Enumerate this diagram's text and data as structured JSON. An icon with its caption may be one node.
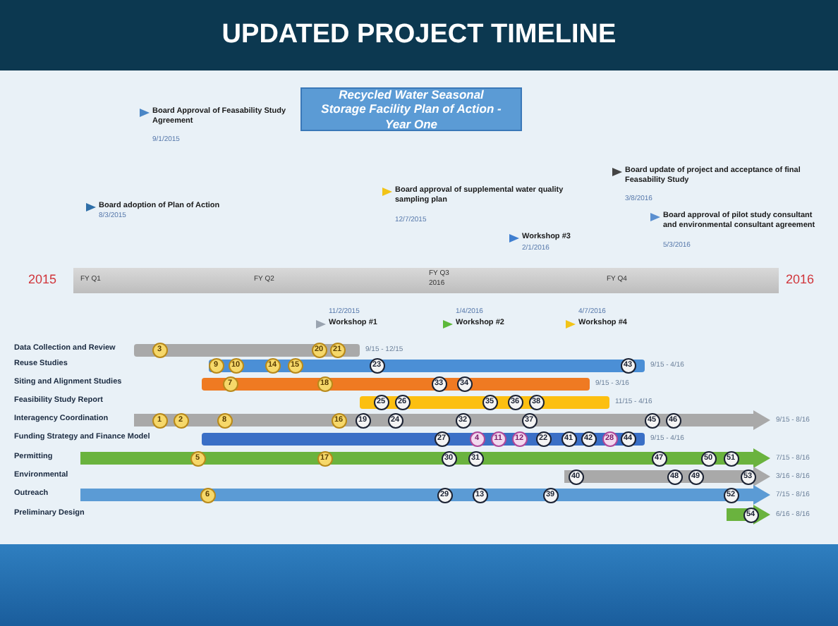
{
  "diagram": {
    "title": "UPDATED PROJECT TIMELINE",
    "nodes": [
      {
        "text": [
          "Recycled Water Seasonal Storage Facility Plan of Action - Year One"
        ]
      },
      {
        "text": [
          "FY Q1",
          "FY Q2",
          "FY Q3 2016",
          "FY Q4"
        ],
        "beside": [
          "2015",
          "2016"
        ]
      },
      {
        "text": [],
        "shape": "bar",
        "beside": [
          "9/15 - 12/15"
        ]
      },
      {
        "text": [
          "3"
        ],
        "in": 2
      },
      {
        "text": [
          "20"
        ],
        "in": 2
      },
      {
        "text": [
          "21"
        ],
        "in": 2
      },
      {
        "text": [],
        "shape": "bar",
        "beside": [
          "9/15 - 4/16"
        ]
      },
      {
        "text": [
          "9"
        ],
        "in": 6
      },
      {
        "text": [
          "10"
        ],
        "in": 6
      },
      {
        "text": [
          "14"
        ],
        "in": 6
      },
      {
        "text": [
          "15"
        ],
        "in": 6
      },
      {
        "text": [
          "23"
        ],
        "in": 6
      },
      {
        "text": [
          "43"
        ],
        "in": 6
      },
      {
        "text": [],
        "shape": "bar",
        "beside": [
          "9/15 - 3/16"
        ]
      },
      {
        "text": [
          "7"
        ],
        "in": 13
      },
      {
        "text": [
          "18"
        ],
        "in": 13
      },
      {
        "text": [
          "33"
        ],
        "in": 13
      },
      {
        "text": [
          "34"
        ],
        "in": 13
      },
      {
        "text": [],
        "shape": "bar",
        "beside": [
          "11/15 - 4/16"
        ]
      },
      {
        "text": [
          "25"
        ],
        "in": 18
      },
      {
        "text": [
          "26"
        ],
        "in": 18
      },
      {
        "text": [
          "35"
        ],
        "in": 18
      },
      {
        "text": [
          "36"
        ],
        "in": 18
      },
      {
        "text": [
          "38"
        ],
        "in": 18
      },
      {
        "text": [],
        "shape": "bar",
        "beside": [
          "9/15 - 8/16"
        ]
      },
      {
        "text": [
          "1"
        ],
        "in": 24
      },
      {
        "text": [
          "2"
        ],
        "in": 24
      },
      {
        "text": [
          "8"
        ],
        "in": 24
      },
      {
        "text": [
          "16"
        ],
        "in": 24
      },
      {
        "text": [
          "19"
        ],
        "in": 24
      },
      {
        "text": [
          "24"
        ],
        "in": 24
      },
      {
        "text": [
          "32"
        ],
        "in": 24
      },
      {
        "text": [
          "37"
        ],
        "in": 24
      },
      {
        "text": [
          "45"
        ],
        "in": 24
      },
      {
        "text": [
          "46"
        ],
        "in": 24
      },
      {
        "text": [],
        "shape": "bar",
        "beside": [
          "9/15 - 4/16"
        ]
      },
      {
        "text": [
          "27"
        ],
        "in": 35
      },
      {
        "text": [
          "4"
        ],
        "in": 35
      },
      {
        "text": [
          "11"
        ],
        "in": 35
      },
      {
        "text": [
          "12"
        ],
        "in": 35
      },
      {
        "text": [
          "22"
        ],
        "in": 35
      },
      {
        "text": [
          "41"
        ],
        "in": 35
      },
      {
        "text": [
          "42"
        ],
        "in": 35
      },
      {
        "text": [
          "28"
        ],
        "in": 35
      },
      {
        "text": [
          "44"
        ],
        "in": 35
      },
      {
        "text": [],
        "shape": "bar",
        "beside": [
          "7/15 - 8/16"
        ]
      },
      {
        "text": [
          "5"
        ],
        "in": 45
      },
      {
        "text": [
          "17"
        ],
        "in": 45
      },
      {
        "text": [
          "30"
        ],
        "in": 45
      },
      {
        "text": [
          "31"
        ],
        "in": 45
      },
      {
        "text": [
          "47"
        ],
        "in": 45
      },
      {
        "text": [
          "50"
        ],
        "in": 45
      },
      {
        "text": [
          "51"
        ],
        "in": 45
      },
      {
        "text": [],
        "shape": "bar",
        "beside": [
          "3/16 - 8/16"
        ]
      },
      {
        "text": [
          "40"
        ],
        "in": 53
      },
      {
        "text": [
          "48"
        ],
        "in": 53
      },
      {
        "text": [
          "49"
        ],
        "in": 53
      },
      {
        "text": [
          "53"
        ],
        "in": 53
      },
      {
        "text": [],
        "shape": "bar",
        "beside": [
          "7/15 - 8/16"
        ]
      },
      {
        "text": [
          "6"
        ],
        "in": 58
      },
      {
        "text": [
          "29"
        ],
        "in": 58
      },
      {
        "text": [
          "13"
        ],
        "in": 58
      },
      {
        "text": [
          "39"
        ],
        "in": 58
      },
      {
        "text": [
          "52"
        ],
        "in": 58
      },
      {
        "text": [],
        "shape": "bar",
        "beside": [
          "6/16 - 8/16"
        ]
      },
      {
        "text": [
          "54"
        ],
        "in": 64
      }
    ],
    "labels": [
      "Board Approval of Feasability Study Agreement",
      "9/1/2015",
      "Board adoption of Plan of Action",
      "8/3/2015",
      "Board approval of supplemental water quality sampling plan",
      "12/7/2015",
      "Board update of project and acceptance of final Feasability Study",
      "3/8/2016",
      "Board approval of pilot study consultant and environmental consultant agreement",
      "5/3/2016",
      "Workshop #3",
      "2/1/2016",
      "11/2/2015",
      "Workshop #1",
      "1/4/2016",
      "Workshop #2",
      "4/7/2016",
      "Workshop #4",
      "Data Collection and Review",
      "Reuse Studies",
      "Siting and Alignment Studies",
      "Feasibility Study Report",
      "Interagency Coordination",
      "Funding Strategy and Finance Model",
      "Permitting",
      "Environmental",
      "Outreach",
      "Preliminary Design"
    ]
  }
}
